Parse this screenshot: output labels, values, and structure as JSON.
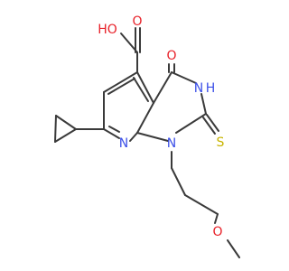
{
  "atoms": {
    "hydroxyl": {
      "label": "HO",
      "color": "#e8222a"
    },
    "carbonyl_acid_o": {
      "label": "O",
      "color": "#e8222a"
    },
    "ketone_o": {
      "label": "O",
      "color": "#e8222a"
    },
    "nh": {
      "label": "N",
      "color": "#3c50e8"
    },
    "nh_h": {
      "label": "H",
      "color": "#3c50e8"
    },
    "pyridine_n": {
      "label": "N",
      "color": "#3c50e8"
    },
    "ring_n1": {
      "label": "N",
      "color": "#3c50e8"
    },
    "thione_s": {
      "label": "S",
      "color": "#c8b400"
    },
    "ether_o": {
      "label": "O",
      "color": "#e8222a"
    }
  },
  "bond_color": "#3a3a3a"
}
